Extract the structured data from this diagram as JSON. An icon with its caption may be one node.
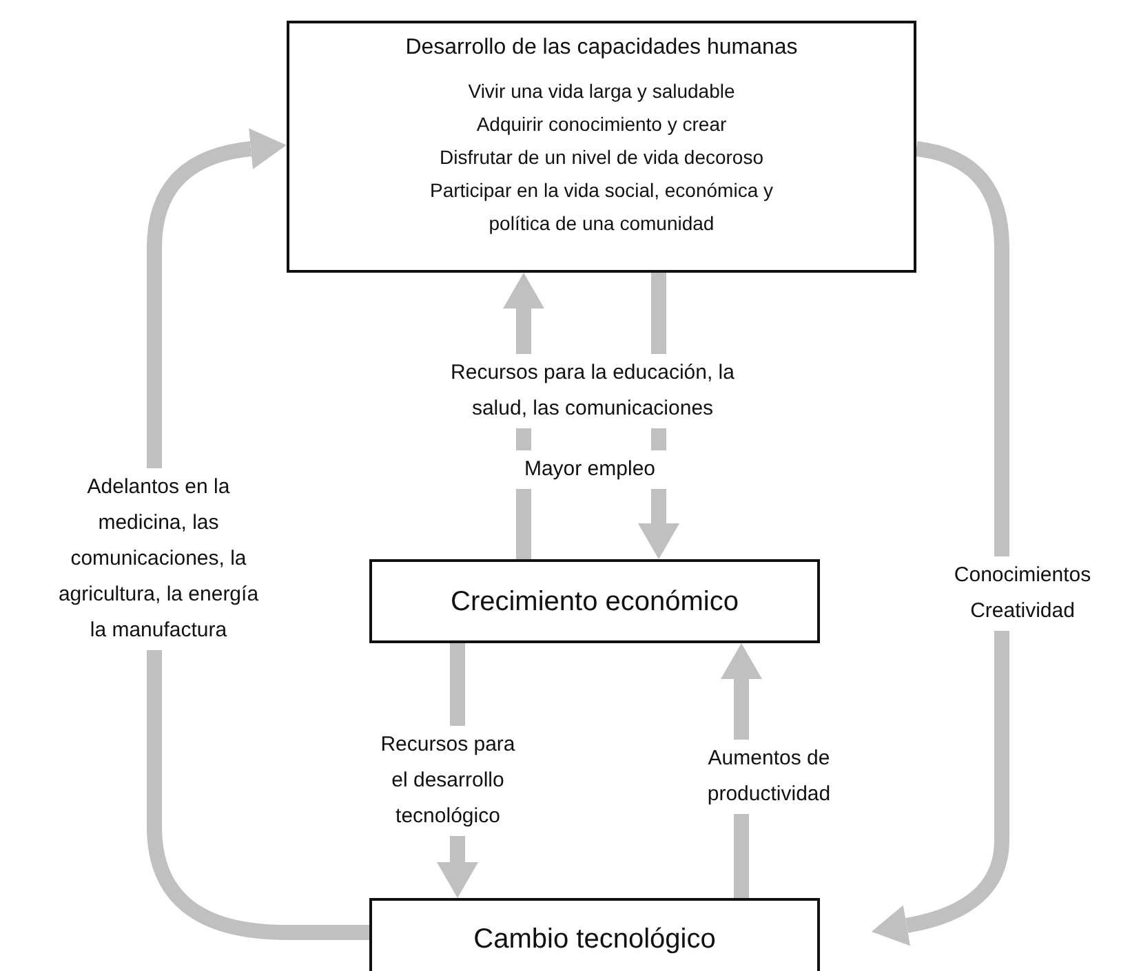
{
  "diagram": {
    "nodes": [
      {
        "text": [
          "Desarrollo de las capacidades humanas",
          "Vivir una vida larga y saludable",
          "Adquirir conocimiento y crear",
          "Disfrutar de un nivel de vida decoroso",
          "Participar en la vida social, económica y política de una comunidad"
        ]
      },
      {
        "text": [
          "Crecimiento económico"
        ]
      },
      {
        "text": [
          "Cambio tecnológico"
        ]
      }
    ],
    "edges": [
      {
        "from": 1,
        "to": 0,
        "arrow": "to",
        "label": "Recursos para la educación, la salud, las comunicaciones"
      },
      {
        "from": 0,
        "to": 1,
        "arrow": "to",
        "label": "Mayor empleo"
      },
      {
        "from": 1,
        "to": 2,
        "arrow": "to",
        "label": "Recursos para el desarrollo tecnológico"
      },
      {
        "from": 2,
        "to": 1,
        "arrow": "to",
        "label": "Aumentos de productividad"
      },
      {
        "from": 2,
        "to": 0,
        "arrow": "to",
        "label": "Adelantos en la medicina, las comunicaciones, la agricultura, la energía la manufactura"
      },
      {
        "from": 0,
        "to": 2,
        "arrow": "to",
        "label": "Conocimientos Creatividad"
      }
    ]
  }
}
